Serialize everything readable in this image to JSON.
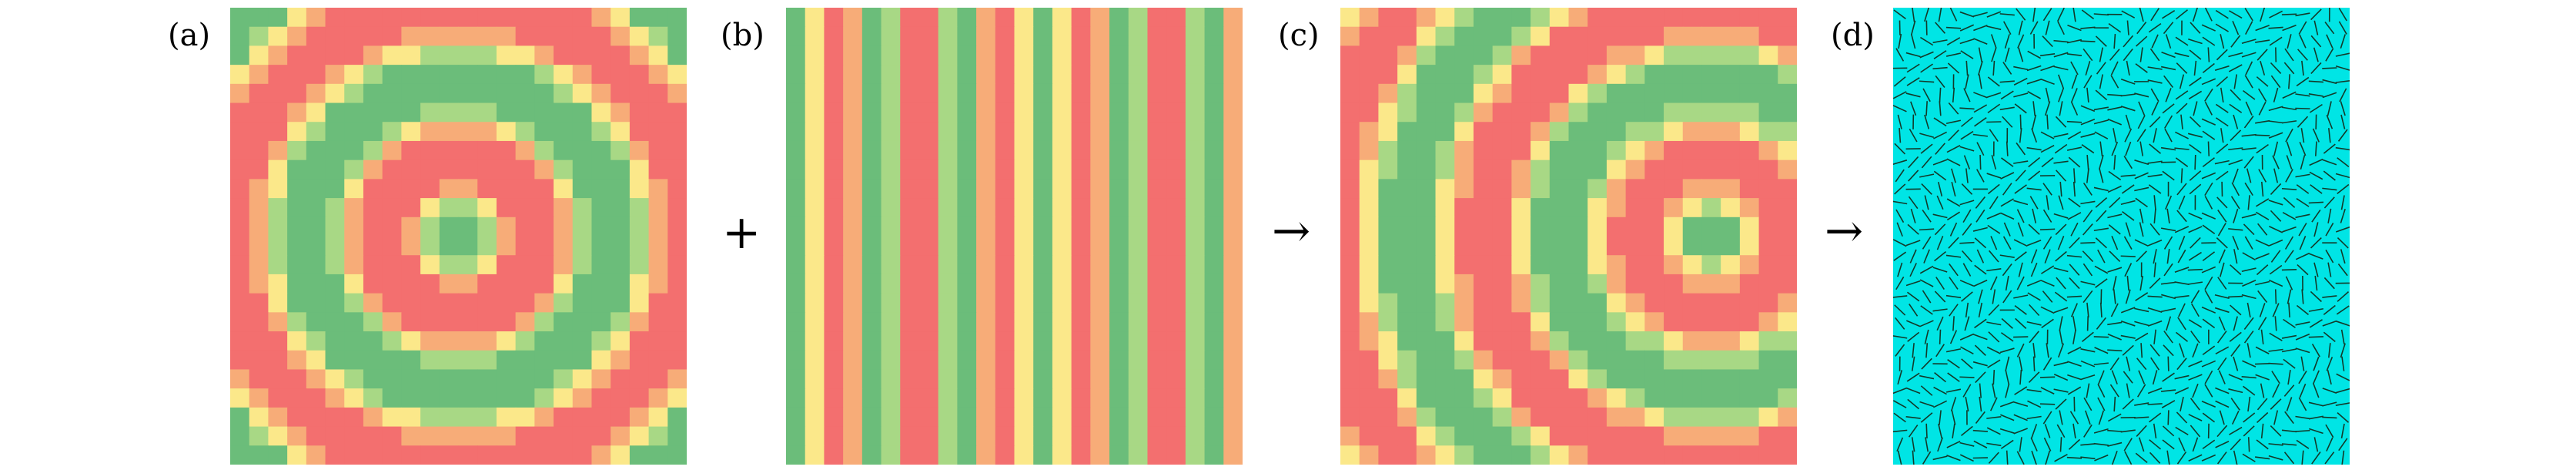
{
  "panels": [
    {
      "label": "(a)",
      "pattern": "concentric-rings"
    },
    {
      "label": "(b)",
      "pattern": "vertical-stripes"
    },
    {
      "label": "(c)",
      "pattern": "shifted-rings"
    },
    {
      "label": "(d)",
      "pattern": "direction-field-on-cyan"
    }
  ],
  "operators": {
    "plus": "+",
    "arrow1": "→",
    "arrow2": "→"
  },
  "palette": {
    "red": "#f36f6f",
    "orange": "#f7ac78",
    "yellow": "#fbe88a",
    "lightgreen": "#a8d885",
    "green": "#6bbd7a",
    "cyan": "#00e5e5",
    "arrow_dark": "#123a2a"
  }
}
